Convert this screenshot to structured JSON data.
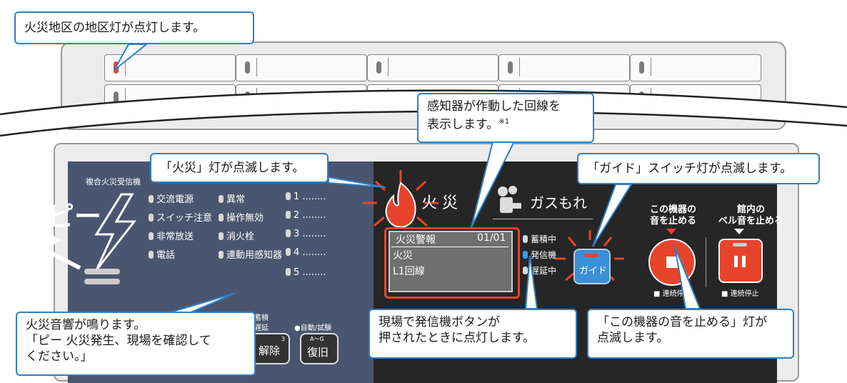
{
  "callouts": {
    "zone_lamp": "火災地区の地区灯が点灯します。",
    "sensor_line": "感知器が作動した回線を",
    "sensor_line2": "表示します。",
    "sensor_note": "※1",
    "fire_lamp": "「火災」灯が点滅します。",
    "guide_lamp": "「ガイド」スイッチ灯が点滅します。",
    "sound_line1": "火災音響が鳴ります。",
    "sound_line2": "「ピー 火災発生、現場を確認して",
    "sound_line3": "ください。」",
    "transmitter_line1": "現場で発信機ボタンが",
    "transmitter_line2": "押されたときに点灯します。",
    "stop_line1": "「この機器の音を止める」灯が",
    "stop_line2": "点滅します。"
  },
  "panel": {
    "name": "複合火災受信機",
    "indicators": [
      {
        "label": "交流電源"
      },
      {
        "label": "スイッチ注意"
      },
      {
        "label": "非常放送"
      },
      {
        "label": "電話"
      }
    ],
    "indicators2": [
      {
        "label": "異常"
      },
      {
        "label": "操作無効"
      },
      {
        "label": "消火栓"
      },
      {
        "label": "連動用感知器"
      }
    ],
    "numbers": [
      "1",
      "2",
      "3",
      "4",
      "5"
    ],
    "fire_label": "火 災",
    "gas_label": "ガスもれ",
    "sound_text": "ピー",
    "display": {
      "title": "火災警報",
      "page": "01/01",
      "line1": "火災",
      "line2": "L1回線"
    },
    "status": [
      "蓄積中",
      "発信機",
      "遅延中"
    ],
    "guide_button": "ガイド",
    "stop_device_label1": "この機器の",
    "stop_device_label2": "音を止める",
    "stop_bell_label1": "館内の",
    "stop_bell_label2": "ベル音を止める",
    "continuous_stop": "連続停止",
    "small_label1": "蓄積",
    "small_label2": "遅延",
    "auto_test": "●自動/試験",
    "release_button": "解除",
    "release_num": "3",
    "restore_button": "復旧",
    "restore_key": "A〜G"
  },
  "colors": {
    "callout_border": "#2f7fc4",
    "fire_red": "#e8442c",
    "panel_blue": "#4a5670"
  }
}
